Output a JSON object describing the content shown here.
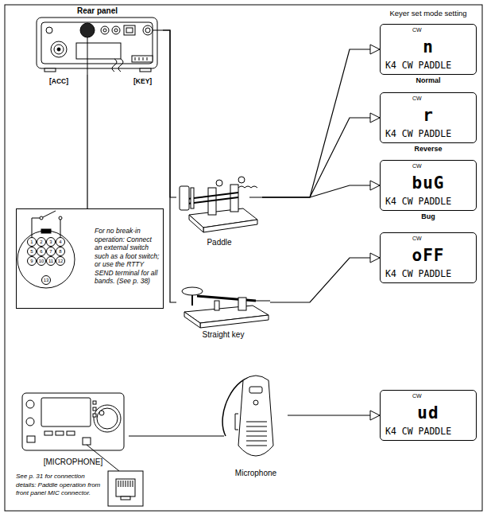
{
  "diagram": {
    "nodes": [
      {
        "text": [
          "Rear panel"
        ]
      },
      {
        "text": [
          "CW",
          "n",
          "K4 CW PADDLE",
          "Normal"
        ]
      },
      {
        "text": [
          "CW",
          "r",
          "K4 CW PADDLE",
          "Reverse"
        ]
      },
      {
        "text": [
          "CW",
          "buG",
          "K4 CW PADDLE",
          "Bug"
        ]
      },
      {
        "text": [
          "Paddle"
        ]
      },
      {
        "text": [
          "For no break-in operation: Connect an external switch such as a foot switch; or use the RTTY SEND terminal for all bands. (See p. 38)"
        ]
      },
      {
        "text": [
          "Straight key"
        ]
      },
      {
        "text": [
          "CW",
          "oFF",
          "K4 CW PADDLE"
        ]
      },
      {
        "text": [
          "[MICROPHONE]"
        ]
      },
      {
        "text": [
          "Microphone"
        ]
      },
      {
        "text": [
          "CW",
          "ud",
          "K4 CW PADDLE"
        ]
      }
    ],
    "edges": [
      {
        "from": 0,
        "to": 4,
        "arrow": "none"
      },
      {
        "from": 0,
        "to": 6,
        "arrow": "none"
      },
      {
        "from": 0,
        "to": 5,
        "arrow": "none"
      },
      {
        "from": 4,
        "to": 1,
        "arrow": "to"
      },
      {
        "from": 4,
        "to": 2,
        "arrow": "to"
      },
      {
        "from": 4,
        "to": 3,
        "arrow": "to"
      },
      {
        "from": 6,
        "to": 7,
        "arrow": "to"
      },
      {
        "from": 8,
        "to": 9,
        "arrow": "none"
      },
      {
        "from": 9,
        "to": 10,
        "arrow": "to"
      }
    ],
    "labels": [
      "Keyer set mode setting",
      "[ACC]",
      "[KEY]",
      "See p. 31 for connection details: Paddle operation from front panel MIC connector.",
      "1",
      "2",
      "3",
      "4",
      "5",
      "6",
      "7",
      "8",
      "9",
      "10",
      "11",
      "12",
      "13"
    ]
  }
}
